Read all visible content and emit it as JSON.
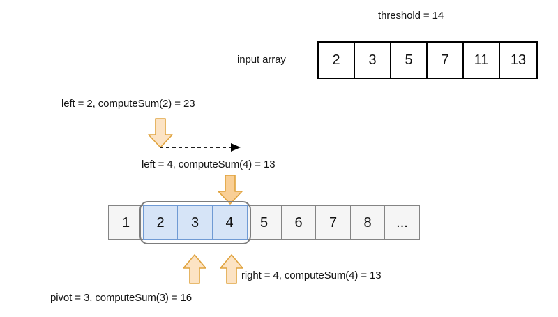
{
  "diagram": {
    "title_threshold": "threshold = 14",
    "input_array_label": "input array",
    "input_array": {
      "values": [
        "2",
        "3",
        "5",
        "7",
        "11",
        "13"
      ]
    },
    "index_array": {
      "values": [
        "1",
        "2",
        "3",
        "4",
        "5",
        "6",
        "7",
        "8",
        "..."
      ],
      "selected": [
        "2",
        "3",
        "4"
      ]
    },
    "annotations": {
      "left_initial": "left = 2, computeSum(2) = 23",
      "left_updated": "left = 4, computeSum(4) = 13",
      "right": "right = 4, computeSum(4) = 13",
      "pivot": "pivot = 3, computeSum(3) = 16"
    },
    "colors": {
      "arrow_fill_light": "#fce3c4",
      "arrow_fill_strong": "#f9cf96",
      "arrow_stroke": "#e0a33e",
      "cell_selected_fill": "#d6e4f7",
      "cell_selected_stroke": "#6f9ad4",
      "cell_fill": "#f5f5f5",
      "cell_stroke": "#848484",
      "outline_stroke": "#7d7d7d",
      "text": "#141414",
      "dashed_arrow": "#000000"
    }
  }
}
